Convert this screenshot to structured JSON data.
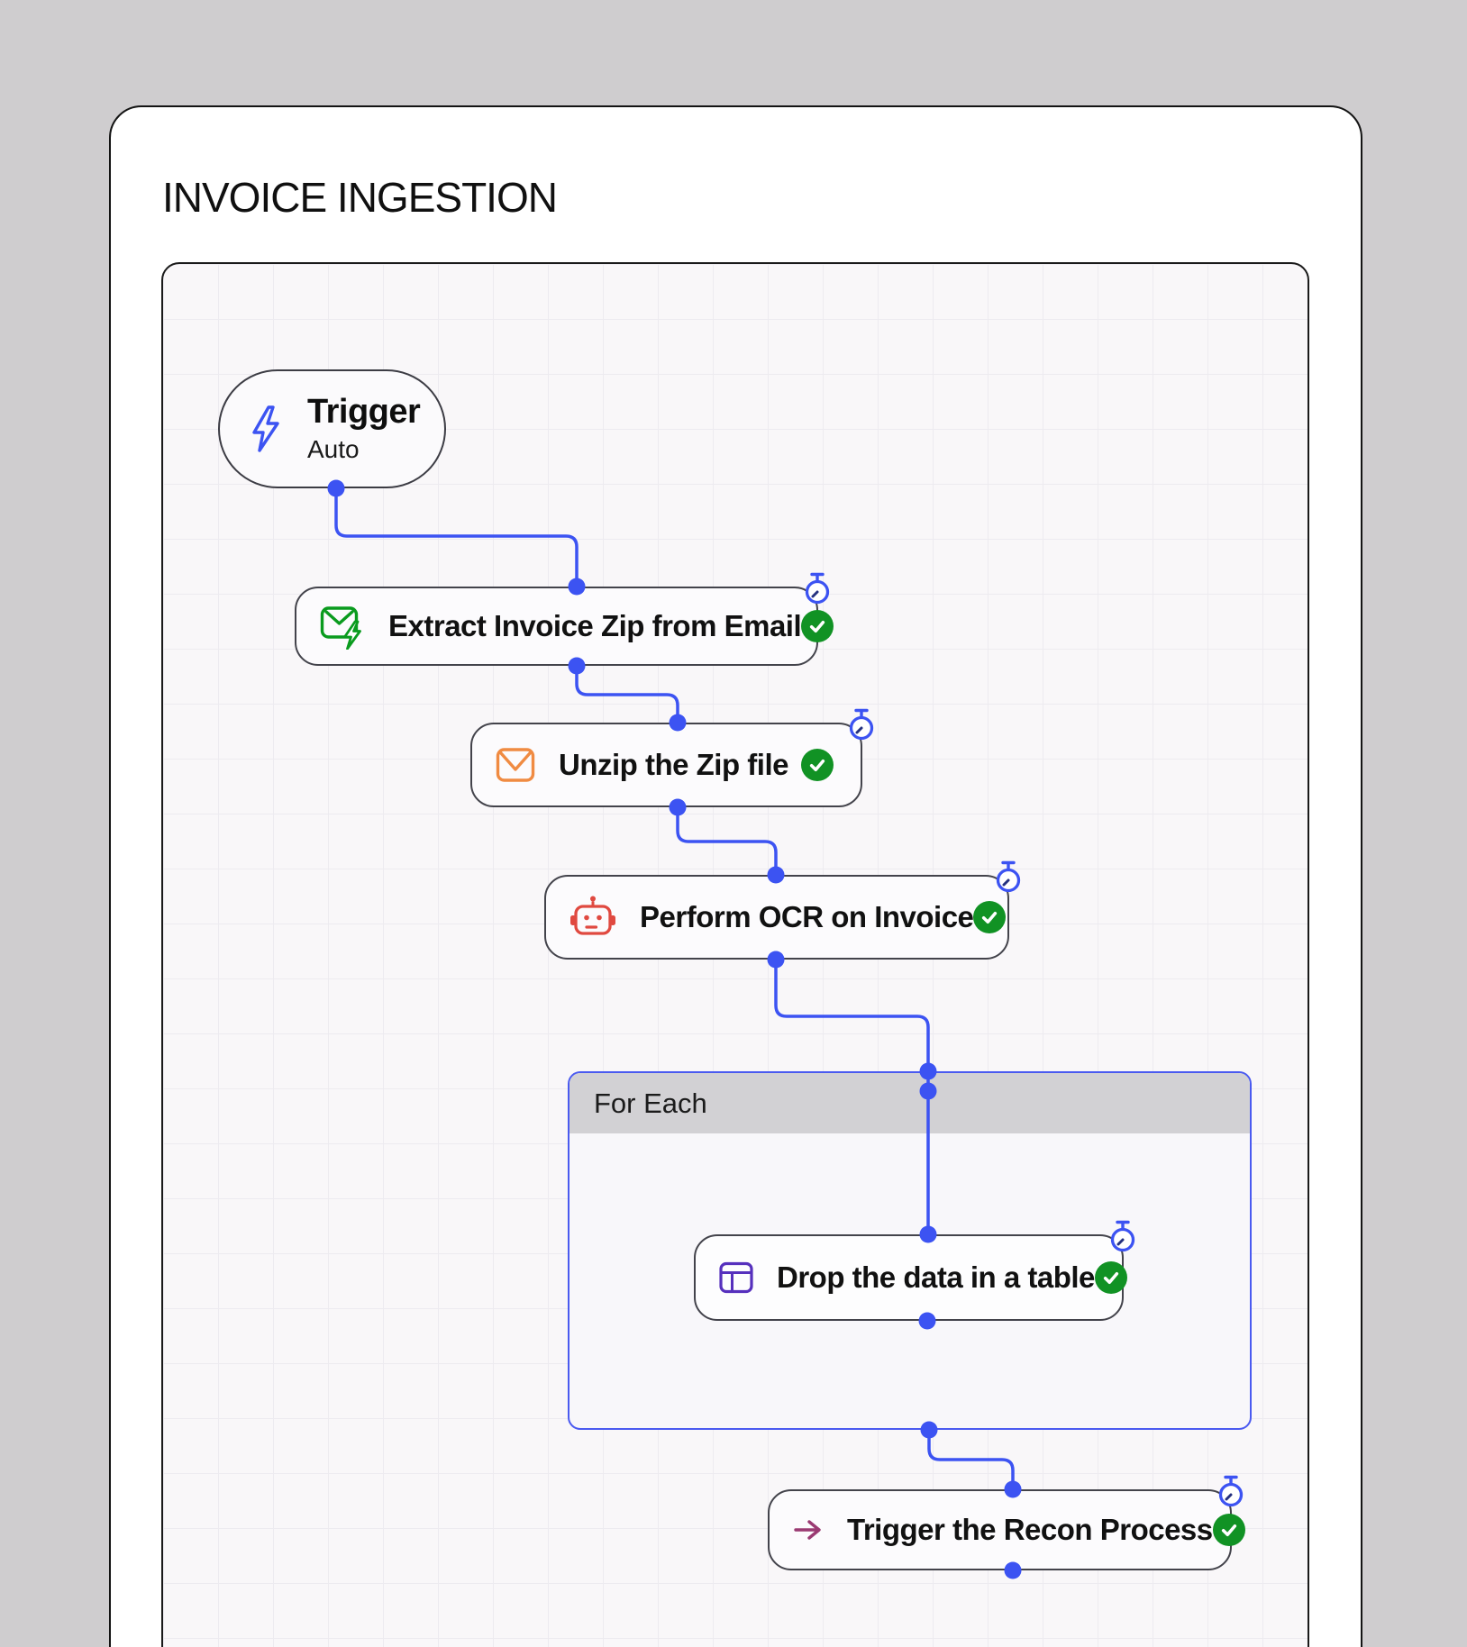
{
  "page": {
    "title": "INVOICE INGESTION"
  },
  "workflow": {
    "trigger": {
      "label": "Trigger",
      "sublabel": "Auto",
      "icon": "lightning-bolt-icon"
    },
    "nodes": [
      {
        "label": "Extract Invoice Zip from Email",
        "icon": "email-lightning-icon",
        "status": "success"
      },
      {
        "label": "Unzip the Zip file",
        "icon": "envelope-icon",
        "status": "success"
      },
      {
        "label": "Perform OCR on Invoice",
        "icon": "robot-icon",
        "status": "success"
      },
      {
        "label": "Drop the data in a table",
        "icon": "table-icon",
        "status": "success"
      },
      {
        "label": "Trigger the Recon Process",
        "icon": "arrow-right-icon",
        "status": "success"
      }
    ],
    "for_each": {
      "label": "For Each"
    },
    "colors": {
      "connector_blue": "#3c53f2",
      "success_green": "#119224",
      "extract_green": "#0a9b1e",
      "unzip_orange": "#f08b42",
      "ocr_red": "#e04940",
      "table_purple": "#5630bd",
      "recon_magenta": "#9a3a72"
    }
  }
}
